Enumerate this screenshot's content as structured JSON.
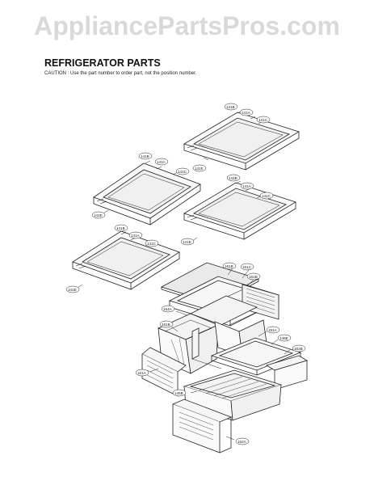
{
  "watermark": "AppliancePartsPros.com",
  "title": "REFRIGERATOR PARTS",
  "caution": "CAUTION : Use the part number to order part, not the position number.",
  "shelves": [
    {
      "labels": [
        "141B",
        "141A",
        "141C",
        "141E"
      ]
    },
    {
      "labels": [
        "141B",
        "141A",
        "141C",
        "141E"
      ]
    },
    {
      "labels": [
        "141B",
        "141A",
        "141C",
        "141E"
      ]
    },
    {
      "labels": [
        "141B",
        "141A",
        "141C",
        "141E"
      ]
    }
  ],
  "lower_labels": [
    "161B",
    "161C",
    "161B",
    "154A",
    "161B",
    "151A",
    "146E",
    "162B",
    "161A",
    "145B",
    "162A"
  ]
}
